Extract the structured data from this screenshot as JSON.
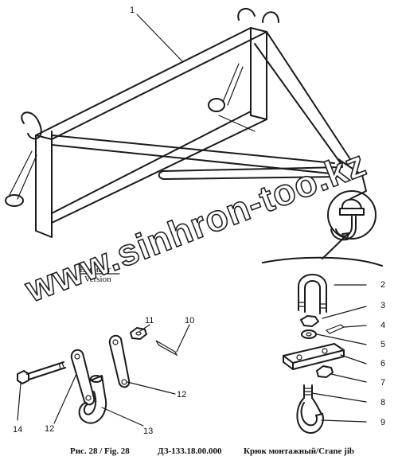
{
  "callouts": {
    "n1": "1",
    "n2": "2",
    "n3": "3",
    "n4": "4",
    "n5": "5",
    "n6": "6",
    "n7": "7",
    "n8": "8",
    "n9": "9",
    "n10": "10",
    "n11": "11",
    "n12a": "12",
    "n12b": "12",
    "n13": "13",
    "n14": "14"
  },
  "variant_label": {
    "line1": "Вариант",
    "line2": "Version"
  },
  "watermark": "www.sinhron-too.kz",
  "caption": {
    "fig": "Рис. 28 / Fig. 28",
    "code": "ДЗ-133.18.00.000",
    "title": "Крюк монтажный/Crane jib"
  }
}
